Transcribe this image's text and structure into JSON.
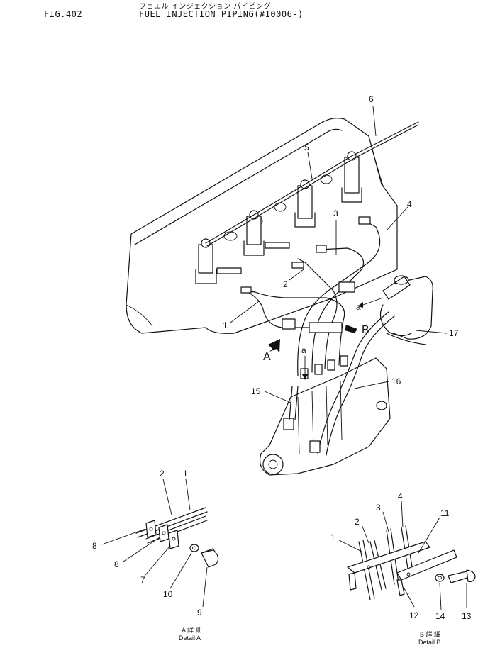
{
  "header": {
    "fig_number": "FIG.402",
    "title_jp": "フェエル インジェクション パイピング",
    "title_en": "FUEL INJECTION PIPING(#10006-)"
  },
  "main_view": {
    "callouts": [
      "1",
      "2",
      "3",
      "4",
      "5",
      "6",
      "15",
      "16",
      "17"
    ],
    "view_arrows": [
      "A",
      "B"
    ],
    "flow_marks": [
      "a",
      "a"
    ]
  },
  "detail_a": {
    "callouts": [
      "1",
      "2",
      "8",
      "8",
      "7",
      "10",
      "9"
    ],
    "caption_jp": "A 詳 細",
    "caption_en": "Detail A"
  },
  "detail_b": {
    "callouts": [
      "1",
      "2",
      "3",
      "4",
      "11",
      "12",
      "14",
      "13"
    ],
    "caption_jp": "B 詳 細",
    "caption_en": "Detail B"
  }
}
